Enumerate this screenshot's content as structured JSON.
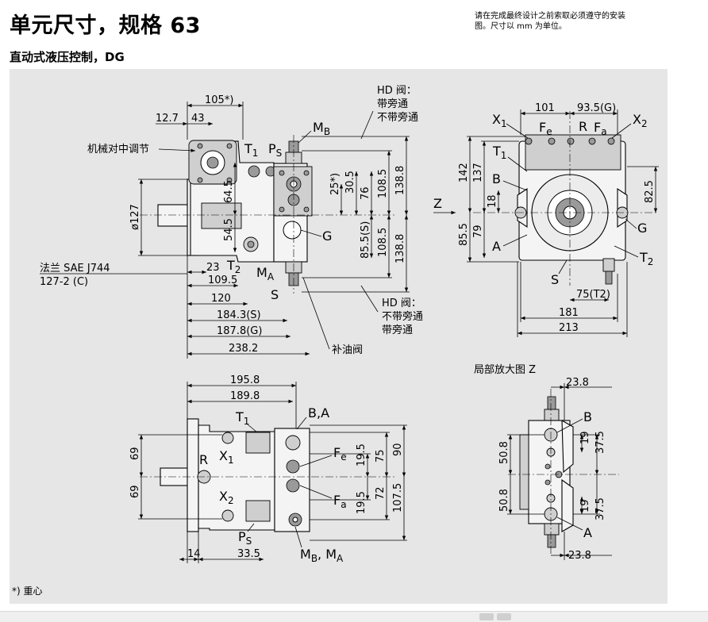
{
  "header": {
    "title": "单元尺寸，规格 63",
    "subtitle": "直动式液压控制，DG",
    "note_line1": "请在完成最终设计之前索取必须遵守的安装",
    "note_line2": "图。尺寸以 mm 为单位。"
  },
  "footnote": "*) 重心",
  "side_view": {
    "dims": {
      "d105": "105*)",
      "d12_7": "12.7",
      "d43": "43",
      "d23": "23",
      "d109_5": "109.5",
      "d120": "120",
      "d184_3": "184.3(S)",
      "d187_8": "187.8(G)",
      "d238_2": "238.2",
      "d64_5": "64.5",
      "d54_5": "54.5",
      "d127": "ø127",
      "d25": "25*)",
      "d30_5": "30.5",
      "d76": "76",
      "d108_5a": "108.5",
      "d138_8a": "138.8",
      "d85_5": "85.5(S)",
      "d108_5b": "108.5",
      "d138_8b": "138.8"
    },
    "labels": {
      "adjust": "机械对中调节",
      "flange1": "法兰 SAE J744",
      "flange2": "127-2 (C)",
      "hd_top_1": "HD 阀：",
      "hd_top_2": "带旁通",
      "hd_top_3": "不带旁通",
      "hd_bot_1": "HD 阀：",
      "hd_bot_2": "不带旁通",
      "hd_bot_3": "带旁通",
      "boost_valve": "补油阀",
      "T1": "T",
      "T1_sub": "1",
      "PS": "P",
      "PS_sub": "S",
      "MB": "M",
      "MB_sub": "B",
      "MA": "M",
      "MA_sub": "A",
      "T2": "T",
      "T2_sub": "2",
      "S": "S",
      "G": "G"
    }
  },
  "front_view": {
    "dims": {
      "d101": "101",
      "d93_5": "93.5(G)",
      "d142": "142",
      "d137": "137",
      "d18": "18",
      "d85_5": "85.5",
      "d79": "79",
      "d82_5": "82.5",
      "d75": "75(T2)",
      "d181": "181",
      "d213": "213"
    },
    "labels": {
      "X1": "X",
      "X1_sub": "1",
      "Fe": "F",
      "Fe_sub": "e",
      "R": "R",
      "Fa": "F",
      "Fa_sub": "a",
      "X2": "X",
      "X2_sub": "2",
      "T1": "T",
      "T1_sub": "1",
      "B": "B",
      "A": "A",
      "Z": "Z",
      "G": "G",
      "T2": "T",
      "T2_sub": "2",
      "S": "S"
    }
  },
  "top_view": {
    "dims": {
      "d195_8": "195.8",
      "d189_8": "189.8",
      "d69a": "69",
      "d69b": "69",
      "d19_5a": "19.5",
      "d75": "75",
      "d90": "90",
      "d19_5b": "19.5",
      "d72": "72",
      "d107_5": "107.5",
      "d14": "14",
      "d33_5": "33.5"
    },
    "labels": {
      "T1": "T",
      "T1_sub": "1",
      "BA": "B,A",
      "R": "R",
      "X1": "X",
      "X1_sub": "1",
      "X2": "X",
      "X2_sub": "2",
      "Fe": "F",
      "Fe_sub": "e",
      "Fa": "F",
      "Fa_sub": "a",
      "PS": "P",
      "PS_sub": "S",
      "MBMA": "M",
      "MBMA_sub1": "B",
      "MBMA_mid": ", M",
      "MBMA_sub2": "A"
    }
  },
  "detail_view": {
    "title": "局部放大图 Z",
    "dims": {
      "d23_8a": "23.8",
      "d50_8a": "50.8",
      "d19a": "19",
      "d37_5a": "37.5",
      "d50_8b": "50.8",
      "d19b": "19",
      "d37_5b": "37.5",
      "d23_8b": "23.8"
    },
    "labels": {
      "B": "B",
      "A": "A"
    }
  }
}
